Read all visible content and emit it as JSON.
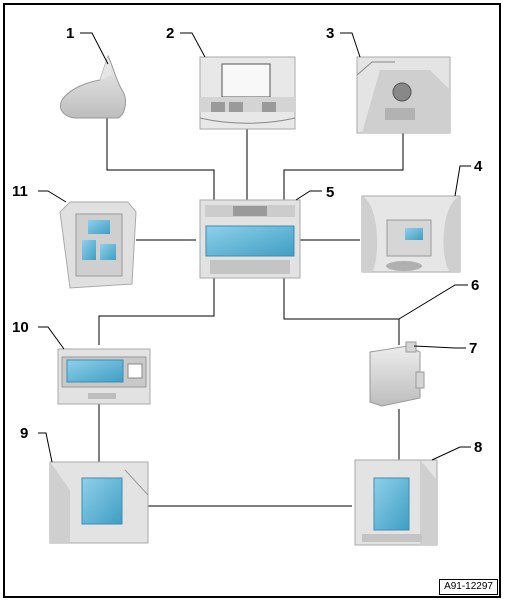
{
  "callouts": [
    "1",
    "2",
    "3",
    "4",
    "5",
    "6",
    "7",
    "8",
    "9",
    "10",
    "11"
  ],
  "figure_code": "A91-12297",
  "colors": {
    "line": "#000000",
    "part_fill": "#c9c9c9",
    "highlight": "#5fb3d3",
    "background": "#ffffff"
  },
  "components": [
    {
      "callout": "1",
      "icon": "shark-fin-antenna"
    },
    {
      "callout": "2",
      "icon": "dashboard-display"
    },
    {
      "callout": "3",
      "icon": "center-console-controls"
    },
    {
      "callout": "4",
      "icon": "rear-armrest-unit"
    },
    {
      "callout": "5",
      "icon": "central-control-unit"
    },
    {
      "callout": "6",
      "icon": "connector"
    },
    {
      "callout": "7",
      "icon": "control-module-box"
    },
    {
      "callout": "8",
      "icon": "trunk-module-right"
    },
    {
      "callout": "9",
      "icon": "trunk-module-left"
    },
    {
      "callout": "10",
      "icon": "control-panel-unit"
    },
    {
      "callout": "11",
      "icon": "roof-module"
    }
  ]
}
